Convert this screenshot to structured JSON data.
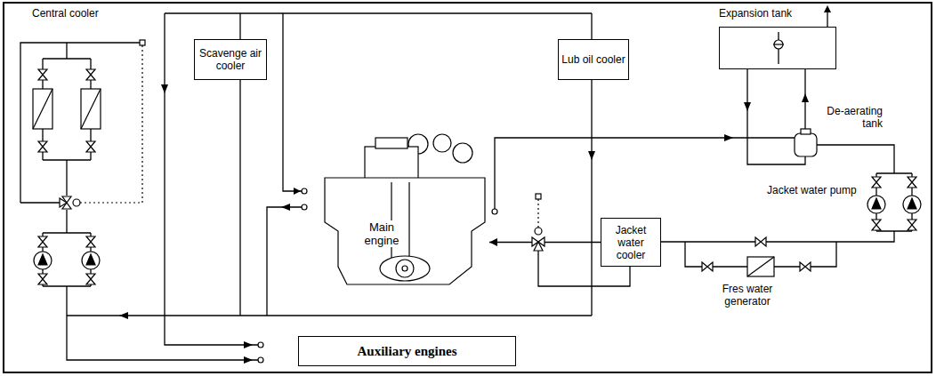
{
  "diagram": {
    "nodes": [
      {
        "text": [
          "Scavenge air cooler"
        ]
      },
      {
        "text": [
          "Lub oil cooler"
        ]
      },
      {
        "text": [
          "Expansion tank"
        ]
      },
      {
        "text": [
          "Main engine"
        ]
      },
      {
        "text": [
          "Jacket water cooler"
        ]
      },
      {
        "text": [
          "Auxiliary engines"
        ]
      }
    ],
    "edges": [
      {
        "from": 4,
        "to": 3,
        "arrow": "to"
      }
    ],
    "labels": [
      "Central cooler",
      "De-aerating tank",
      "Jacket water pump",
      "Fres water generator"
    ]
  }
}
